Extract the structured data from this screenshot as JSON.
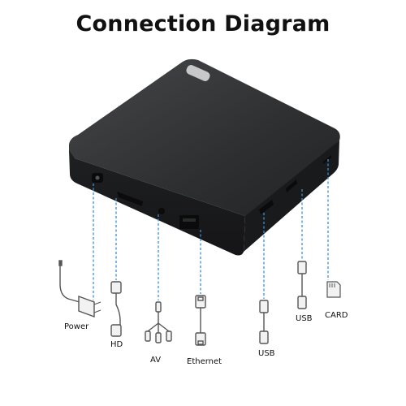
{
  "title": "Connection Diagram",
  "labels": {
    "power": "Power",
    "hd": "HD",
    "av": "AV",
    "ethernet": "Ethernet",
    "usb_front": "USB",
    "usb_side": "USB",
    "card": "CARD"
  },
  "colors": {
    "device_body": "#333335",
    "guide_line": "#3d8fd6",
    "cable": "#555555",
    "text": "#111111"
  },
  "icons": [
    "power-adapter-icon",
    "hdmi-cable-icon",
    "av-cable-icon",
    "ethernet-cable-icon",
    "usb-cable-icon",
    "usb-cable-icon",
    "sd-card-icon"
  ]
}
